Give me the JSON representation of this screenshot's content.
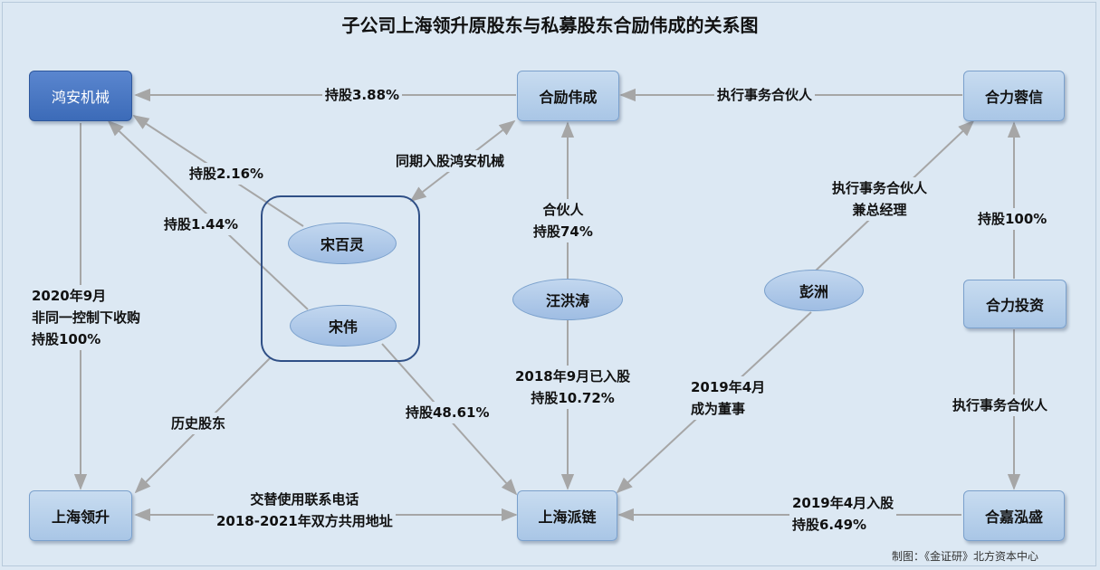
{
  "title": "子公司上海领升原股东与私募股东合励伟成的关系图",
  "nodes": {
    "hongan": "鸿安机械",
    "heli": "合励伟成",
    "helirongxin": "合力蓉信",
    "shanghai_lingsheng": "上海领升",
    "shanghai_pailian": "上海派链",
    "hejia": "合嘉泓盛",
    "heli_invest": "合力投资"
  },
  "people": {
    "songbailing": "宋百灵",
    "songwei": "宋伟",
    "wanghongtao": "汪洪涛",
    "pengzhou": "彭洲"
  },
  "labels": {
    "hold_388": "持股3.88%",
    "exec_partner_top": "执行事务合伙人",
    "same_period": "同期入股鸿安机械",
    "hold_216": "持股2.16%",
    "hold_144": "持股1.44%",
    "partner": "合伙人",
    "hold_74": "持股74%",
    "exec_partner_gm_line1": "执行事务合伙人",
    "exec_partner_gm_line2": "兼总经理",
    "hold_100_right": "持股100%",
    "acq_line1": "2020年9月",
    "acq_line2": "非同一控制下收购",
    "acq_line3": "持股100%",
    "history_shareholder": "历史股东",
    "hold_4861": "持股48.61%",
    "joined_2018_line1": "2018年9月已入股",
    "joined_2018_line2": "持股10.72%",
    "director_line1": "2019年4月",
    "director_line2": "成为董事",
    "exec_partner_bottom": "执行事务合伙人",
    "shared_line1": "交替使用联系电话",
    "shared_line2": "2018-2021年双方共用地址",
    "joined_2019_line1": "2019年4月入股",
    "joined_2019_line2": "持股6.49%"
  },
  "credit": "制图：《金证研》北方资本中心",
  "colors": {
    "background": "#dce8f3",
    "node_fill": "#b6d0eb",
    "node_dark": "#4a78c4",
    "arrow": "#a6a6a6",
    "group_border": "#2f4f86"
  }
}
